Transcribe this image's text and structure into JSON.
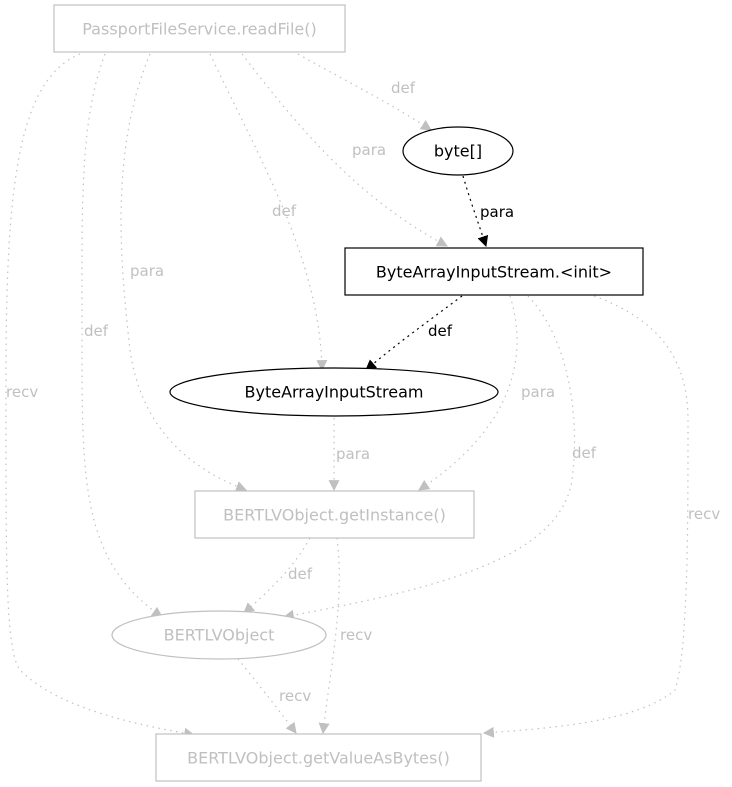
{
  "colors": {
    "active": "#000000",
    "inactive": "#c0c0c0",
    "background": "#ffffff"
  },
  "nodes": {
    "readfile": {
      "label": "PassportFileService.readFile()",
      "shape": "box",
      "active": false
    },
    "bytes": {
      "label": "byte[]",
      "shape": "ellipse",
      "active": true
    },
    "bais_init": {
      "label": "ByteArrayInputStream.<init>",
      "shape": "box",
      "active": true
    },
    "bais": {
      "label": "ByteArrayInputStream",
      "shape": "ellipse",
      "active": true
    },
    "getinstance": {
      "label": "BERTLVObject.getInstance()",
      "shape": "box",
      "active": false
    },
    "bertlv": {
      "label": "BERTLVObject",
      "shape": "ellipse",
      "active": false
    },
    "getvalue": {
      "label": "BERTLVObject.getValueAsBytes()",
      "shape": "box",
      "active": false
    }
  },
  "edges": [
    {
      "from": "readfile",
      "to": "bytes",
      "label": "def",
      "active": false
    },
    {
      "from": "bytes",
      "to": "bais_init",
      "label": "para",
      "active": true
    },
    {
      "from": "readfile",
      "to": "bais_init",
      "label": "para",
      "active": false
    },
    {
      "from": "bais_init",
      "to": "bais",
      "label": "def",
      "active": true
    },
    {
      "from": "readfile",
      "to": "bais",
      "label": "def",
      "active": false
    },
    {
      "from": "readfile",
      "to": "getinstance",
      "label": "para",
      "active": false
    },
    {
      "from": "readfile",
      "to": "bertlv",
      "label": "def",
      "active": false
    },
    {
      "from": "readfile",
      "to": "getvalue",
      "label": "recv",
      "active": false
    },
    {
      "from": "bais",
      "to": "getinstance",
      "label": "para",
      "active": false
    },
    {
      "from": "bais_init",
      "to": "getinstance",
      "label": "para",
      "active": false
    },
    {
      "from": "bais_init",
      "to": "bertlv",
      "label": "def",
      "active": false
    },
    {
      "from": "bais_init",
      "to": "getvalue",
      "label": "recv",
      "active": false
    },
    {
      "from": "getinstance",
      "to": "bertlv",
      "label": "def",
      "active": false
    },
    {
      "from": "getinstance",
      "to": "getvalue",
      "label": "recv",
      "active": false
    },
    {
      "from": "bertlv",
      "to": "getvalue",
      "label": "recv",
      "active": false
    }
  ]
}
